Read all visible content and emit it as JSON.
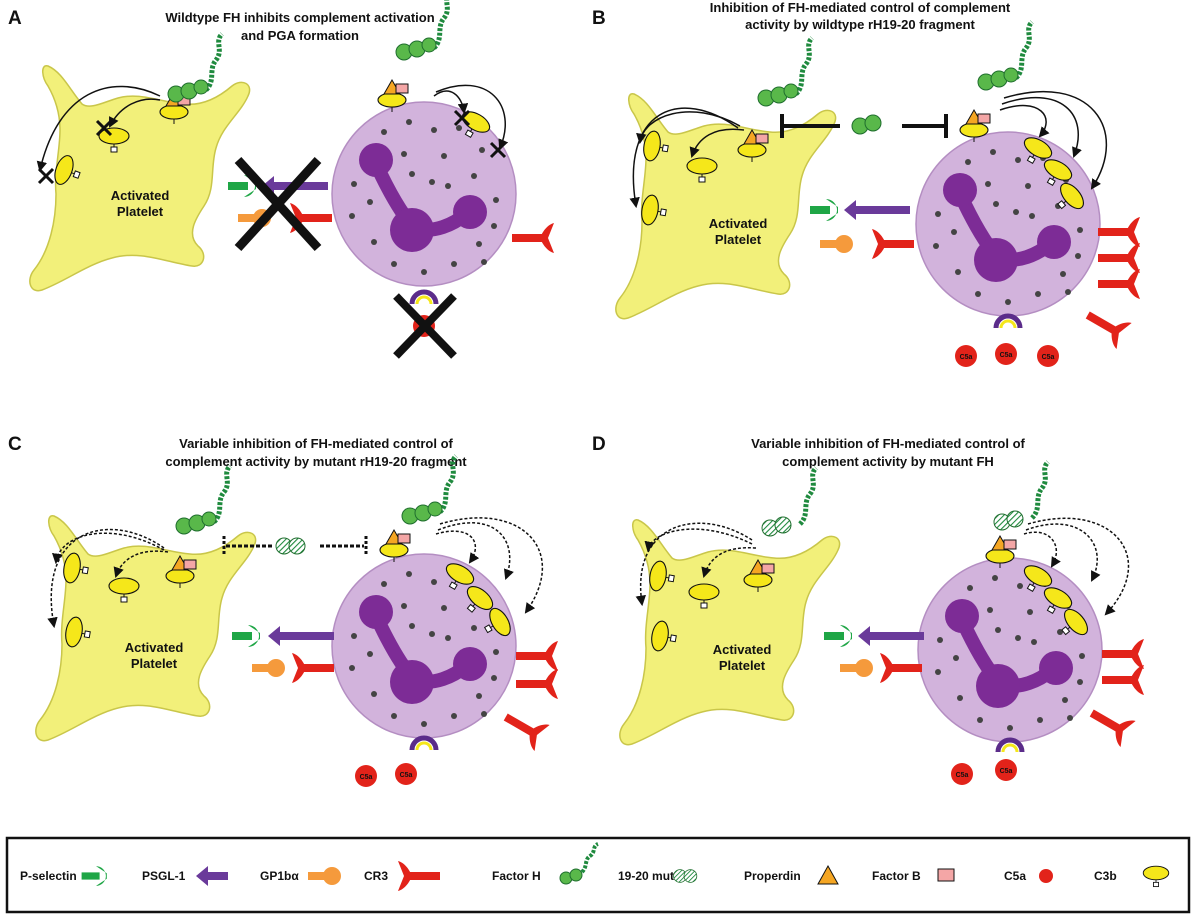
{
  "panels": [
    {
      "label": "A",
      "title_lines": [
        "Wildtype FH inhibits complement activation",
        "and PGA formation"
      ],
      "platelet_label": [
        "Activated",
        "Platelet"
      ],
      "c5a_labels": []
    },
    {
      "label": "B",
      "title_lines": [
        "Inhibition of FH-mediated control of complement",
        "activity by wildtype rH19-20 fragment"
      ],
      "platelet_label": [
        "Activated",
        "Platelet"
      ],
      "c5a_labels": [
        "C5a",
        "C5a",
        "C5a"
      ]
    },
    {
      "label": "C",
      "title_lines": [
        "Variable inhibition of FH-mediated control of",
        "complement activity by mutant rH19-20 fragment"
      ],
      "platelet_label": [
        "Activated",
        "Platelet"
      ],
      "c5a_labels": [
        "C5a",
        "C5a"
      ]
    },
    {
      "label": "D",
      "title_lines": [
        "Variable inhibition of FH-mediated control of",
        "complement activity by mutant FH"
      ],
      "platelet_label": [
        "Activated",
        "Platelet"
      ],
      "c5a_labels": [
        "C5a",
        "C5a"
      ]
    }
  ],
  "legend": [
    {
      "label": "P-selectin",
      "icon": "p-selectin-icon"
    },
    {
      "label": "PSGL-1",
      "icon": "psgl1-arrow-icon"
    },
    {
      "label": "GP1bα",
      "icon": "gp1ba-icon"
    },
    {
      "label": "CR3",
      "icon": "cr3-icon"
    },
    {
      "label": "Factor H",
      "icon": "factor-h-icon"
    },
    {
      "label": "19-20 mut",
      "icon": "mutant-fragment-icon"
    },
    {
      "label": "Properdin",
      "icon": "properdin-triangle-icon"
    },
    {
      "label": "Factor B",
      "icon": "factor-b-rect-icon"
    },
    {
      "label": "C5a",
      "icon": "c5a-dot-icon"
    },
    {
      "label": "C3b",
      "icon": "c3b-icon"
    }
  ],
  "colors": {
    "platelet": "#f2f07a",
    "platelet_stroke": "#c9c64a",
    "leukocyte": "#d2b3dc",
    "leukocyte_stroke": "#b48ec2",
    "nucleus": "#7d2c96",
    "granule": "#444444",
    "p_selectin": "#1fa646",
    "psgl1": "#6a3a9a",
    "gp1ba": "#f59a3c",
    "cr3": "#e2231a",
    "factor_h": "#1f8a3e",
    "mutant": "#1f8a3e",
    "properdin": "#f5a623",
    "factor_b": "#f4a6a6",
    "c5a": "#e2231a",
    "c3b": "#f5e71a"
  }
}
